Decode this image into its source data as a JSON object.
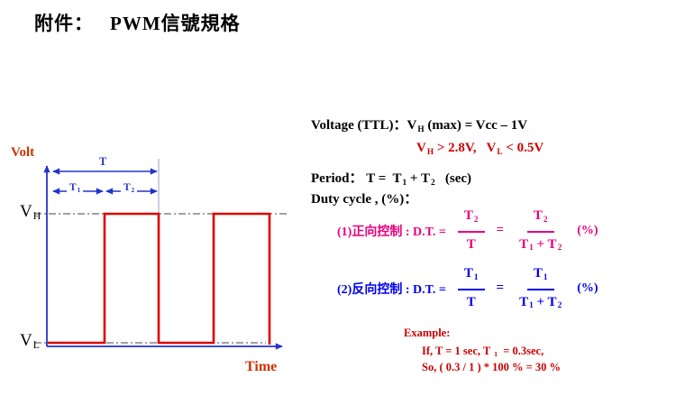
{
  "colors": {
    "waveform_red": "#dd0000",
    "axis_blue": "#2233cc",
    "axis_label_red": "#cc3300",
    "formula_magenta": "#e8007d",
    "formula_blue": "#0000ee",
    "example_red": "#cc0000"
  },
  "title": {
    "attachment": "附件：",
    "subject": "PWM信號規格"
  },
  "diagram": {
    "volt_label": "Volt",
    "time_label": "Time",
    "vh": {
      "base": "V",
      "sub": "H"
    },
    "vl": {
      "base": "V",
      "sub": "L"
    },
    "period_label": "T",
    "t1": {
      "base": "T",
      "sub": "1"
    },
    "t2": {
      "base": "T",
      "sub": "2"
    }
  },
  "voltage": {
    "part1": "Voltage (TTL)：V",
    "sub1": "H",
    "part2": " (max) = Vcc – 1V"
  },
  "voltage_range": {
    "v1": "V",
    "v1_sub": "H",
    "mid": " > 2.8V,   V",
    "v2_sub": "L",
    "end": " < 0.5V"
  },
  "period_line": {
    "part1": "Period： T =  T",
    "sub1": "1",
    "part2": " + T",
    "sub2": "2",
    "part3": "   (sec)"
  },
  "duty_line": "Duty cycle , (%)：",
  "formula_forward": {
    "label": "(1)正向控制 : D.T. =",
    "num1_base": "T",
    "num1_sub": "2",
    "den1": "T",
    "equals": "=",
    "num2_base": "T",
    "num2_sub": "2",
    "den2_t1": "T",
    "den2_s1": "1",
    "den2_plus": " + T",
    "den2_s2": "2",
    "percent": "(%)"
  },
  "formula_reverse": {
    "label": "(2)反向控制 : D.T. =",
    "num1_base": "T",
    "num1_sub": "1",
    "den1": "T",
    "equals": "=",
    "num2_base": "T",
    "num2_sub": "1",
    "den2_t1": "T",
    "den2_s1": "1",
    "den2_plus": " + T",
    "den2_s2": "2",
    "percent": "(%)"
  },
  "example": {
    "heading": "Example:",
    "line1_part1": "If, T = 1 sec, T ",
    "line1_sub": "1",
    "line1_part2": "  = 0.3sec,",
    "line2": "So, ( 0.3 / 1 ) * 100 % = 30 %"
  }
}
